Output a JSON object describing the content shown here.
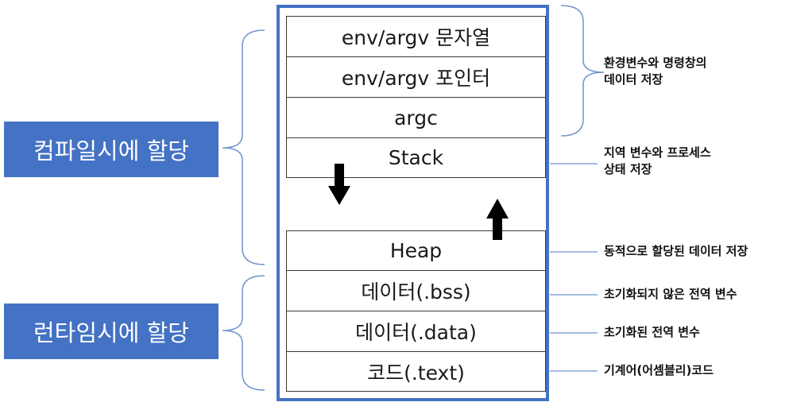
{
  "sections": {
    "compile_time": "컴파일시에 할당",
    "run_time": "런타임시에 할당"
  },
  "segments": [
    "env/argv 문자열",
    "env/argv 포인터",
    "argc",
    "Stack",
    "Heap",
    "데이터(.bss)",
    "데이터(.data)",
    "코드(.text)"
  ],
  "notes": {
    "env": [
      "환경변수와 명령창의",
      "데이터 저장"
    ],
    "stack": [
      "지역 변수와 프로세스",
      "상태 저장"
    ],
    "heap": "동적으로 할당된 데이터 저장",
    "bss": "초기화되지 않은 전역 변수",
    "data": "초기화된 전역 변수",
    "text": "기계어(어셈블리)코드"
  },
  "colors": {
    "accent": "#4472C4",
    "connector": "#6f93cf",
    "cell_border": "#3a3a3a"
  },
  "icons": {
    "stack_growth": "arrow-down-icon",
    "heap_growth": "arrow-up-icon"
  }
}
